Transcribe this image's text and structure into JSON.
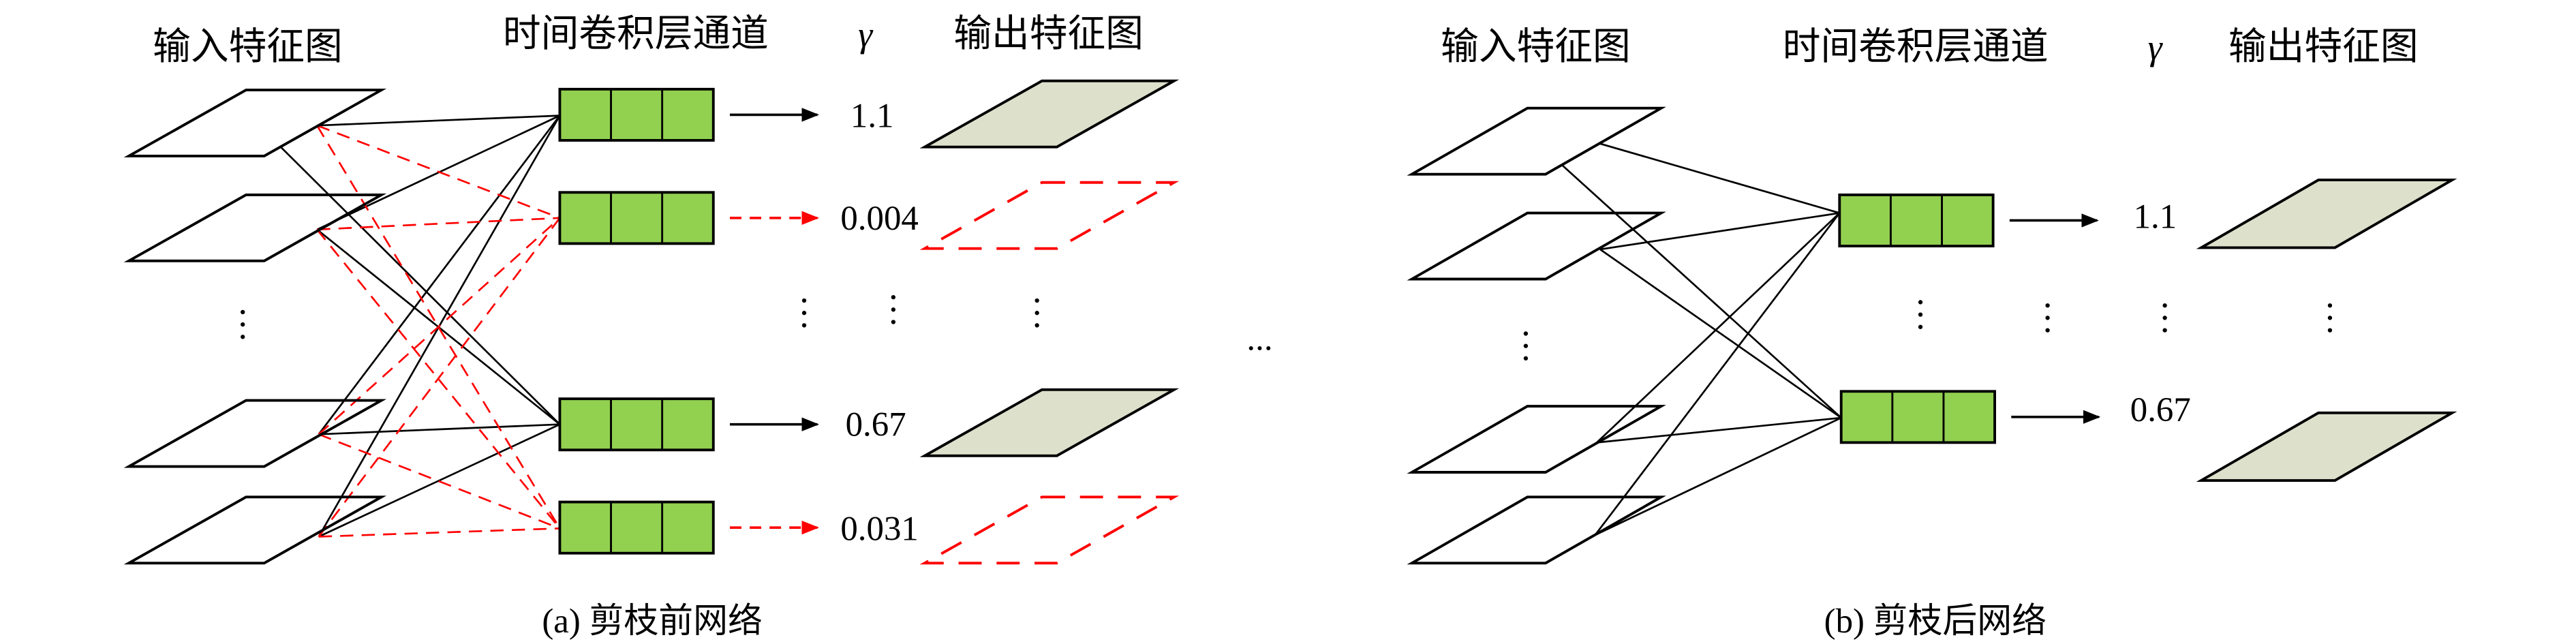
{
  "colors": {
    "channel_fill": "#92d050",
    "output_fill": "#dde0cb",
    "pruned": "#ff0000",
    "line": "#000000"
  },
  "panel_a": {
    "headers": {
      "input": "输入特征图",
      "channels": "时间卷积层通道",
      "gamma": "γ",
      "output": "输出特征图"
    },
    "gamma_values": [
      "1.1",
      "0.004",
      "0.67",
      "0.031"
    ],
    "pruned_channels": [
      false,
      true,
      false,
      true
    ],
    "caption": "(a) 剪枝前网络"
  },
  "panel_b": {
    "headers": {
      "input": "输入特征图",
      "channels": "时间卷积层通道",
      "gamma": "γ",
      "output": "输出特征图"
    },
    "gamma_values": [
      "1.1",
      "0.67"
    ],
    "caption": "(b) 剪枝后网络"
  },
  "between_panels": "..."
}
